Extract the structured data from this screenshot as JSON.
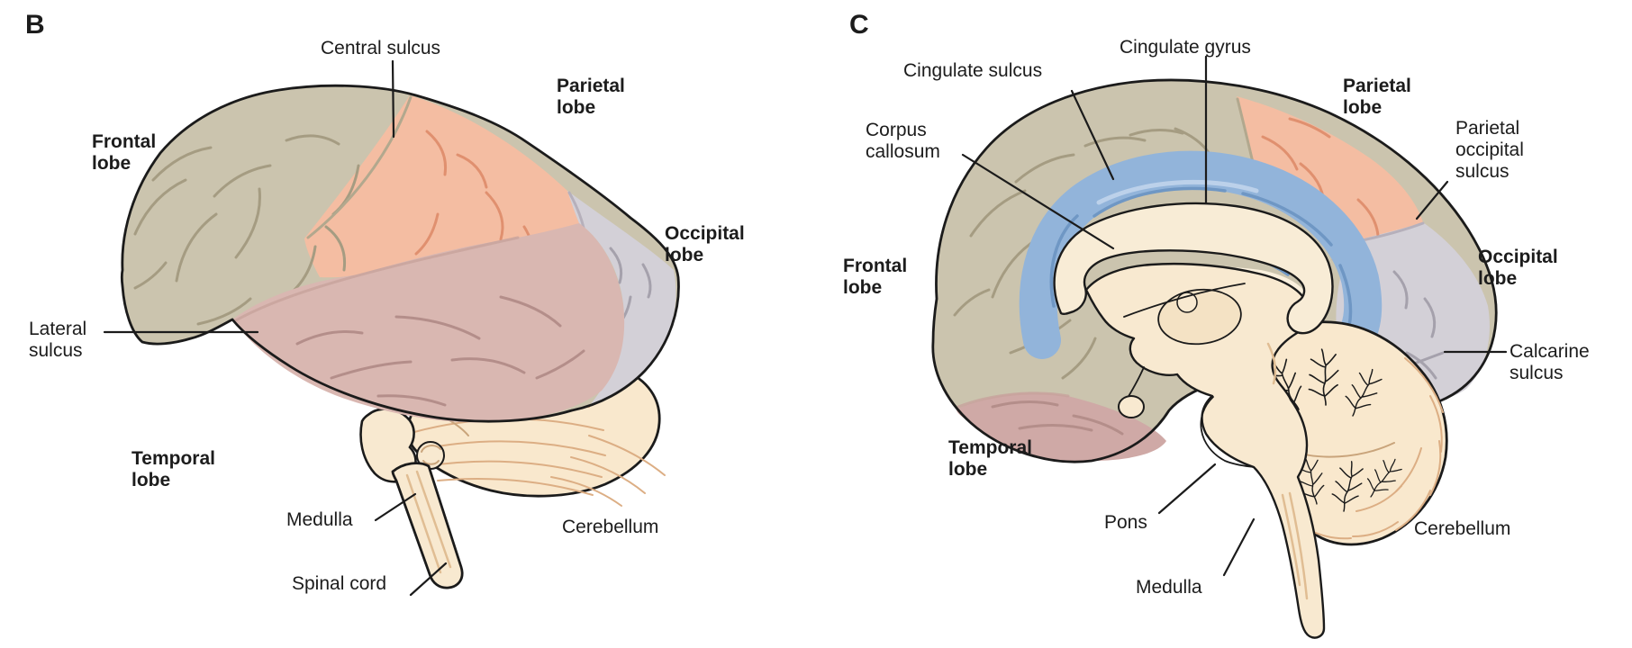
{
  "figure_type": "brain anatomy diagram, two labeled panels",
  "colors": {
    "background": "#ffffff",
    "outline": "#1b1b1b",
    "text": "#1c1c1c",
    "frontal": "#cbc4ae",
    "parietal": "#f4bda2",
    "occipital": "#d3d0d7",
    "temporal_b": "#d9b7b1",
    "temporal_c": "#cfa9a6",
    "brainstem": "#f8e9d0",
    "cerebellum": "#f9e8cd",
    "cingulate": "#92b4da",
    "corpus_callosum": "#f8ecd6",
    "septum": "#faf0dd",
    "thalamus": "#f4e2c4"
  },
  "panel_b": {
    "letter": "B",
    "labels": {
      "central_sulcus": "Central sulcus",
      "frontal_lobe": "Frontal\nlobe",
      "parietal_lobe": "Parietal\nlobe",
      "occipital_lobe": "Occipital\nlobe",
      "lateral_sulcus": "Lateral\nsulcus",
      "temporal_lobe": "Temporal\nlobe",
      "medulla": "Medulla",
      "spinal_cord": "Spinal cord",
      "cerebellum": "Cerebellum"
    }
  },
  "panel_c": {
    "letter": "C",
    "labels": {
      "cingulate_sulcus": "Cingulate sulcus",
      "cingulate_gyrus": "Cingulate gyrus",
      "corpus_callosum": "Corpus\ncallosum",
      "frontal_lobe": "Frontal\nlobe",
      "parietal_lobe": "Parietal\nlobe",
      "parietal_occipital_sulcus": "Parietal\noccipital\nsulcus",
      "occipital_lobe": "Occipital\nlobe",
      "calcarine_sulcus": "Calcarine\nsulcus",
      "temporal_lobe": "Temporal\nlobe",
      "pons": "Pons",
      "medulla": "Medulla",
      "cerebellum": "Cerebellum"
    }
  }
}
